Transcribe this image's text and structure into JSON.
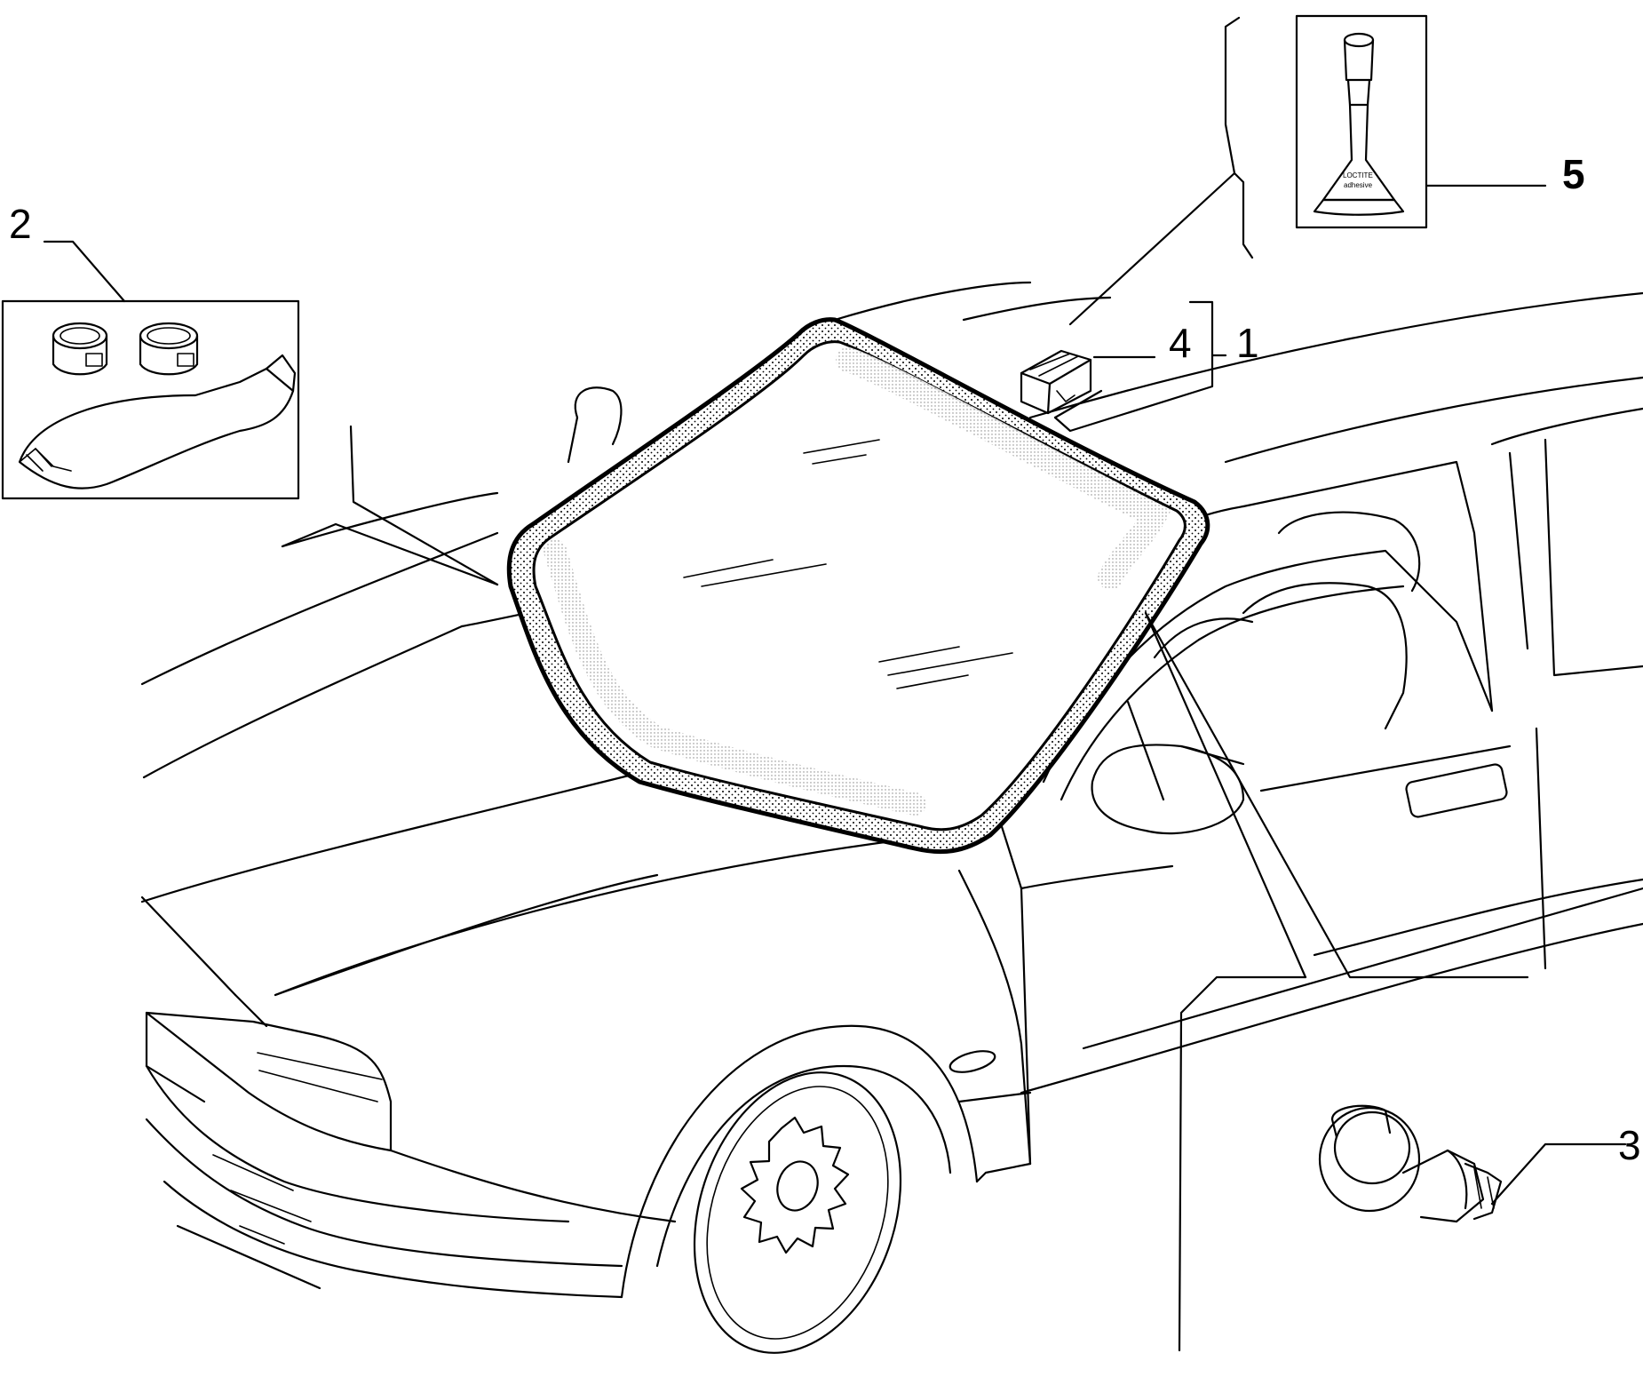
{
  "callouts": {
    "c1": "1",
    "c2": "2",
    "c3": "3",
    "c4": "4",
    "c5": "5"
  },
  "product_labels": {
    "brand": "LOCTITE",
    "type": "adhesive"
  },
  "colors": {
    "line": "#000000",
    "seal_fill": "#ffffff",
    "glass_tint": "#d8d8d8",
    "background": "#ffffff"
  }
}
